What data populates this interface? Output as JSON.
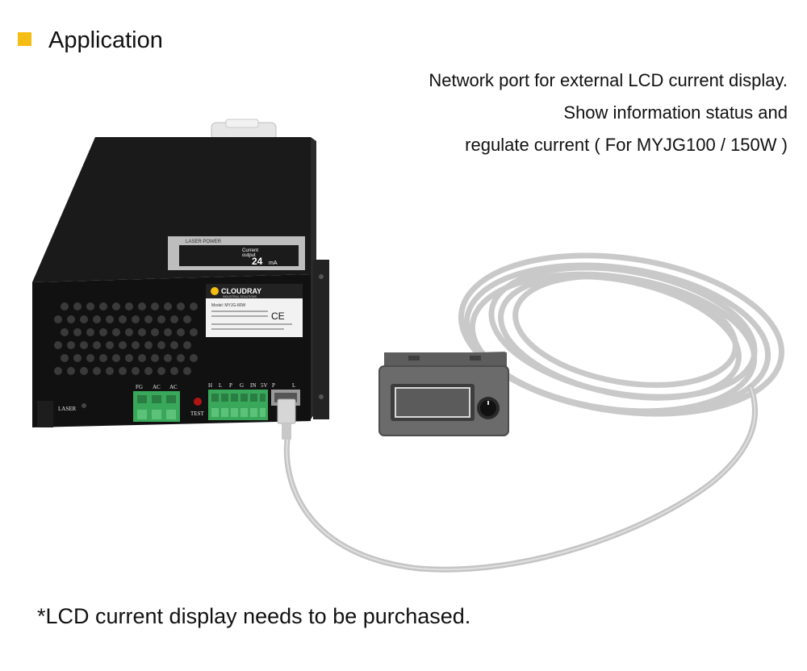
{
  "section": {
    "title": "Application",
    "accent_color": "#f5bd14"
  },
  "description": {
    "line1": "Network port for external LCD current display.",
    "line2": "Show information status and",
    "line3": "regulate current ( For MYJG100 / 150W )"
  },
  "footnote": "*LCD current display needs to be purchased.",
  "power_supply": {
    "panel_header": "LASER POWER",
    "panel_current_label": "Current",
    "panel_output_label": "output",
    "panel_value": "24",
    "panel_unit": "mA",
    "brand": "CLOUDRAY",
    "brand_sub": "INDUSTRIAL SOLUTIONS",
    "model_line": "Model:   MYJG-80W",
    "ce_mark": "CE",
    "terminal_labels_left": [
      "FG",
      "AC",
      "AC"
    ],
    "terminal_labels_right": [
      "H",
      "L",
      "P",
      "G",
      "IN",
      "5V",
      "P",
      "L"
    ],
    "test_label": "TEST",
    "laser_label": "LASER"
  },
  "icons": {
    "bullet": "square-bullet-icon",
    "knob": "rotary-knob-icon"
  }
}
